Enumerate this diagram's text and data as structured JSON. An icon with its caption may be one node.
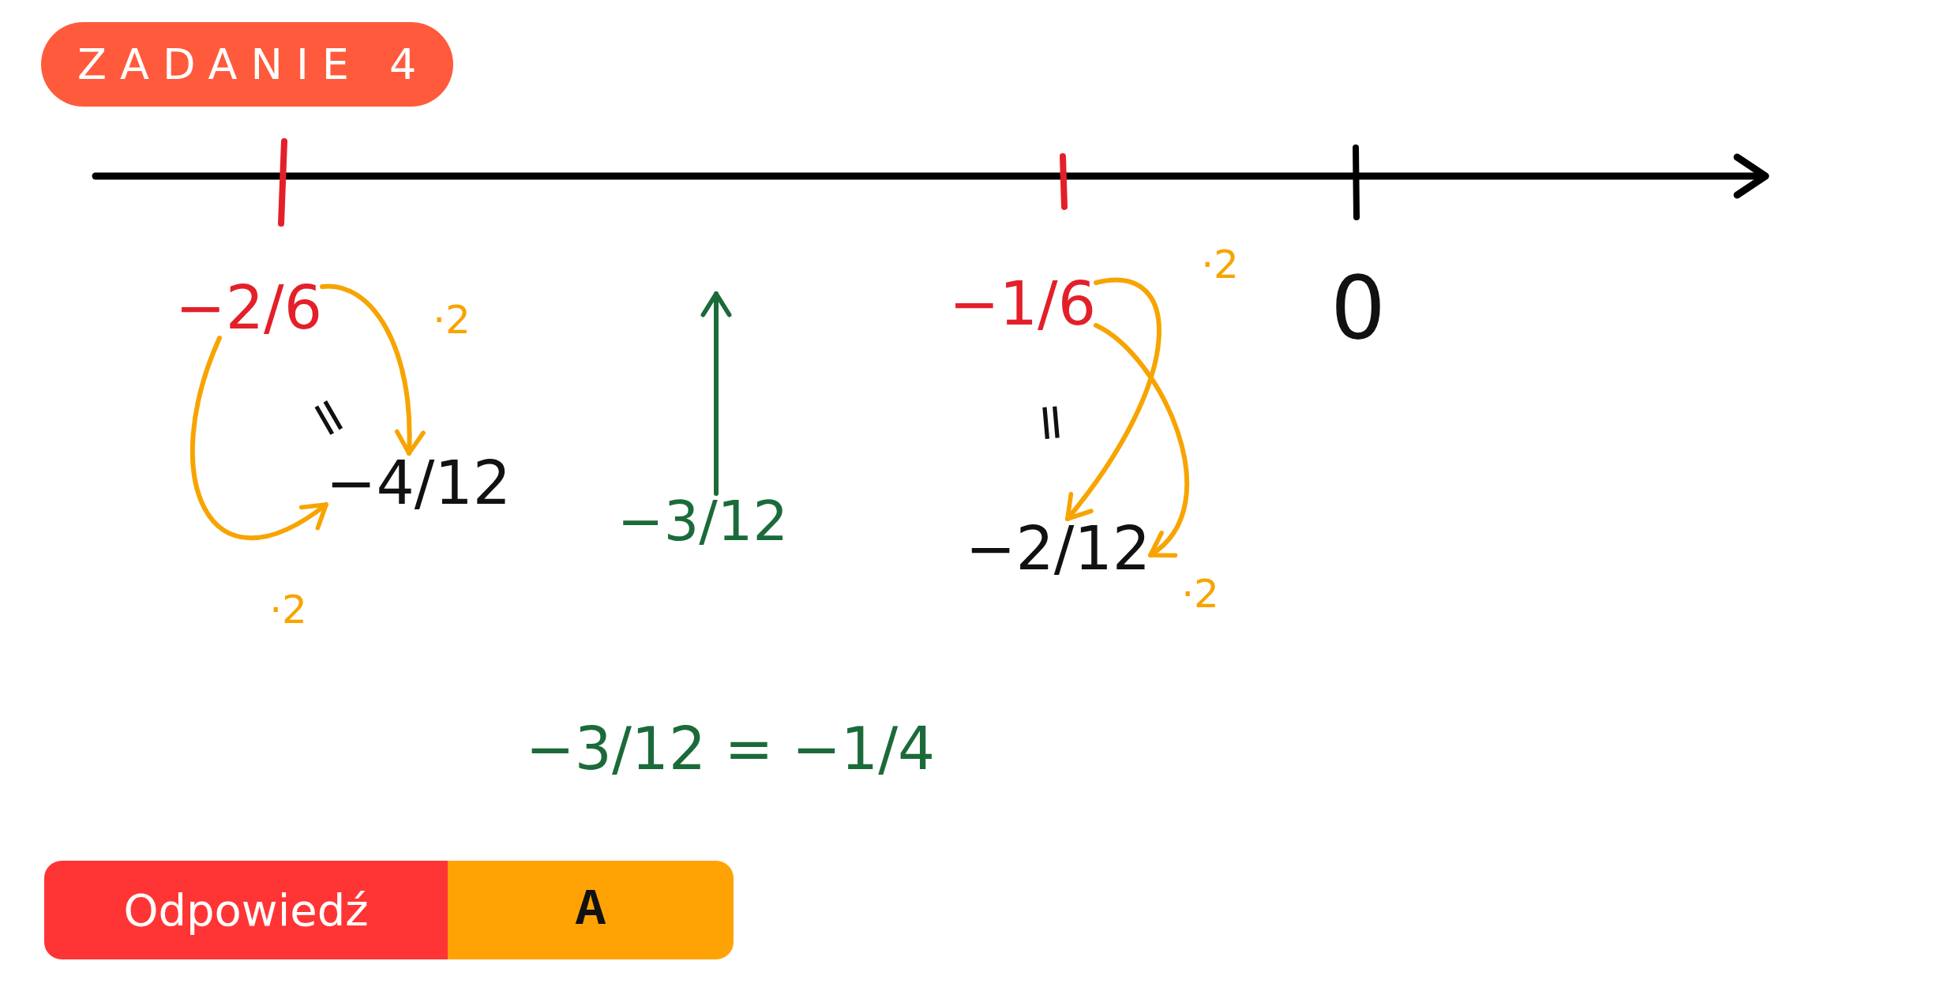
{
  "diagram": {
    "title": "ZADANIE 4",
    "nodes": [
      {
        "text": [
          "−2/6"
        ]
      },
      {
        "text": [
          "−4/12"
        ]
      },
      {
        "text": [
          "−3/12"
        ]
      },
      {
        "text": [
          "−1/6"
        ]
      },
      {
        "text": [
          "−2/12"
        ]
      },
      {
        "text": [
          "Odpowiedź"
        ]
      },
      {
        "text": [
          "A"
        ]
      }
    ],
    "edges": [
      {
        "from": 0,
        "to": 1,
        "arrow": "to",
        "label": "·2"
      },
      {
        "from": 0,
        "to": 1,
        "arrow": "to",
        "label": "·2"
      },
      {
        "from": 2,
        "to": null,
        "arrow": "to",
        "color": "#1b6b3a"
      },
      {
        "from": 3,
        "to": 4,
        "arrow": "to",
        "label": "·2"
      },
      {
        "from": 3,
        "to": 4,
        "arrow": "to",
        "label": "·2"
      }
    ],
    "labels": [
      "0",
      "=",
      "=",
      "−3/12 = −1/4"
    ]
  }
}
